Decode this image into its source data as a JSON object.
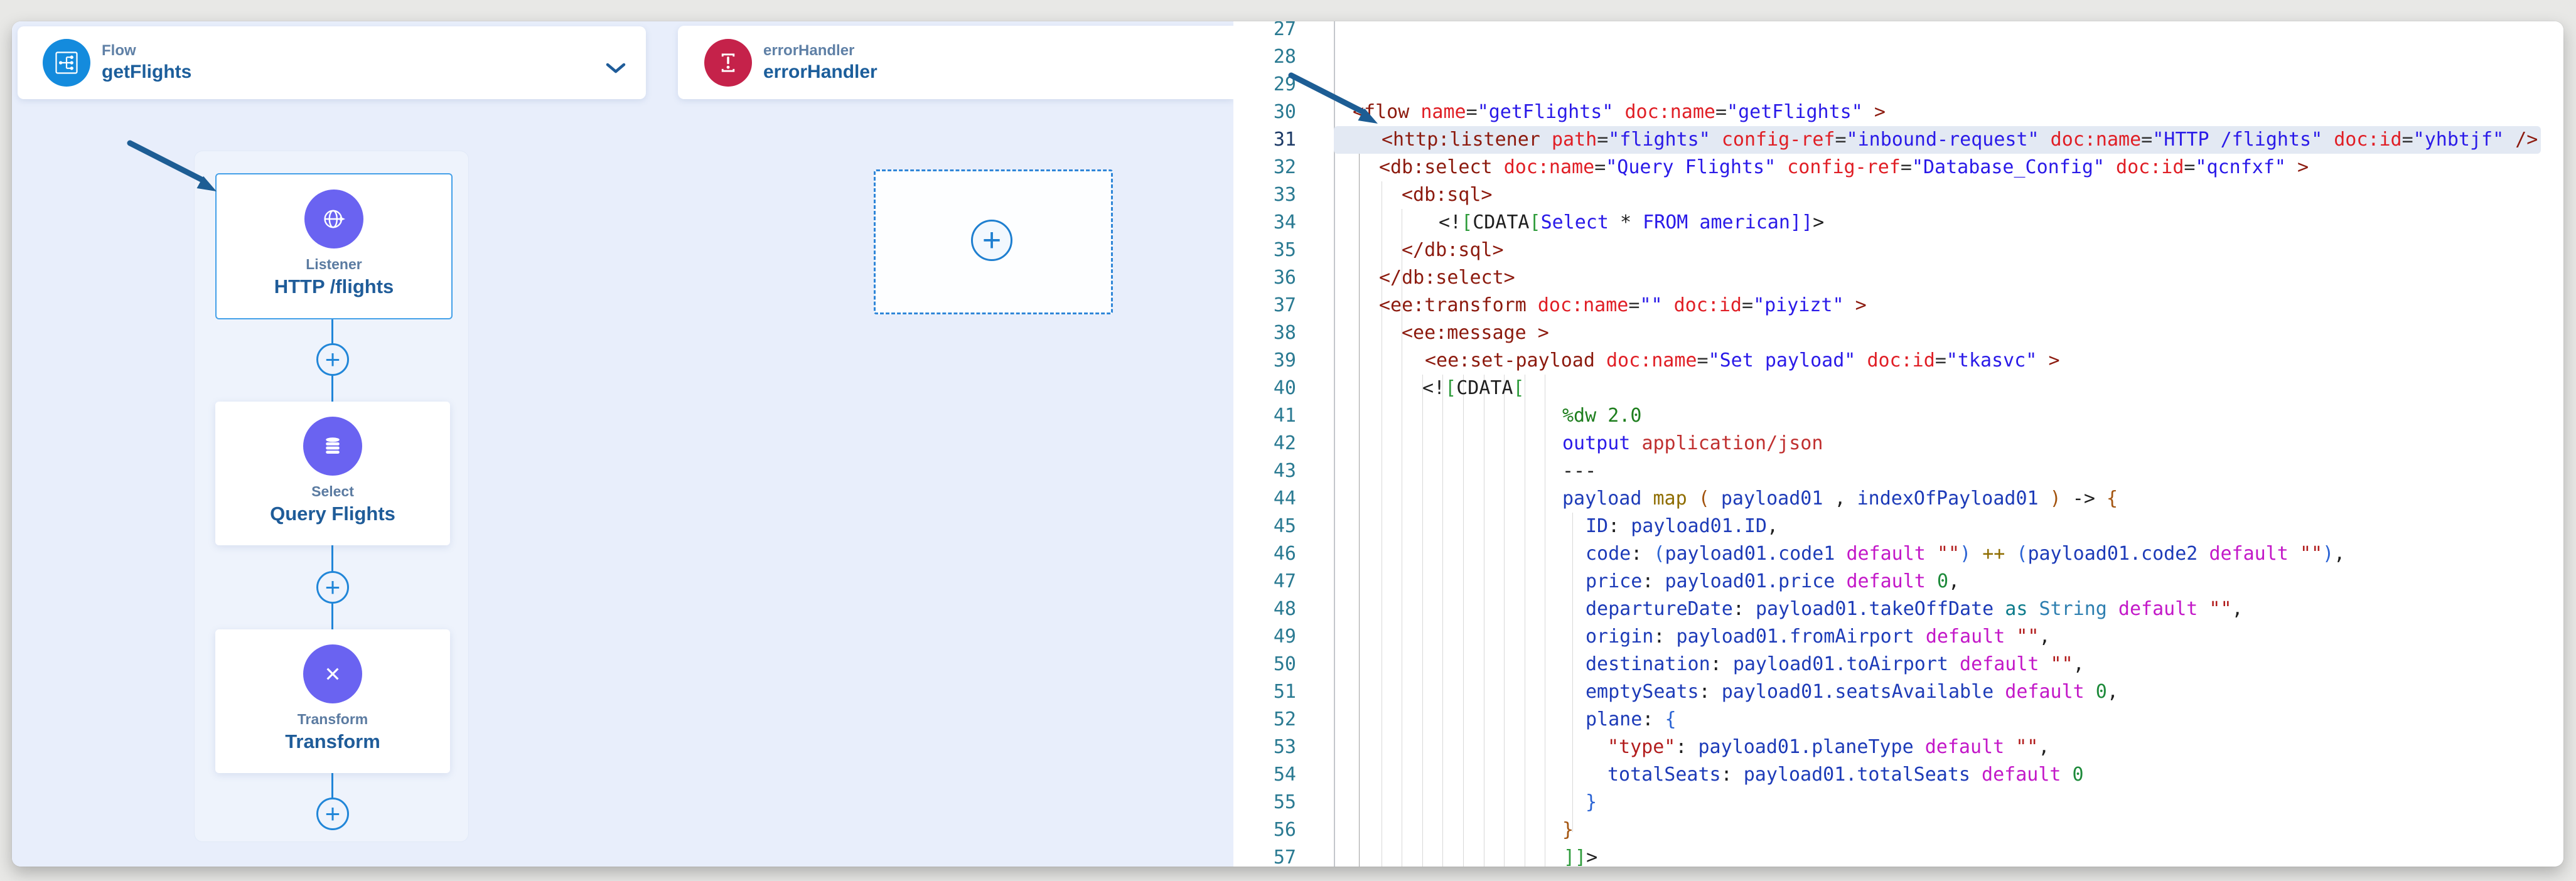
{
  "canvas": {
    "flow_header": {
      "type": "Flow",
      "name": "getFlights"
    },
    "error_header": {
      "type": "errorHandler",
      "name": "errorHandler"
    },
    "nodes": [
      {
        "id": "listener",
        "type": "Listener",
        "name": "HTTP /flights",
        "icon": "globe-icon",
        "selected": true
      },
      {
        "id": "query-flights",
        "type": "Select",
        "name": "Query Flights",
        "icon": "database-icon",
        "selected": false
      },
      {
        "id": "transform",
        "type": "Transform",
        "name": "Transform",
        "icon": "transform-icon",
        "selected": false
      }
    ]
  },
  "colors": {
    "flow_icon_blue": "#148bdd",
    "error_icon_red": "#c5224a",
    "node_purple": "#6a63f1",
    "connector_blue": "#2186d8",
    "selection_border": "#44a0e8",
    "canvas_bg": "#e8eefb",
    "current_line_bg": "#e3e9f3",
    "annotation_arrow": "#1d5d94"
  },
  "code": {
    "first_line": 27,
    "current_line": 31,
    "lines": [
      {
        "n": 27,
        "ind": 0,
        "hl": false,
        "tok": []
      },
      {
        "n": 28,
        "ind": 0,
        "hl": false,
        "tok": []
      },
      {
        "n": 29,
        "ind": 0,
        "hl": false,
        "tok": []
      },
      {
        "n": 30,
        "ind": 0,
        "hl": false,
        "tok": [
          [
            "xt",
            "<flow"
          ],
          [
            "pl",
            " "
          ],
          [
            "xa",
            "name"
          ],
          [
            "eq",
            "="
          ],
          [
            "xv",
            "\"getFlights\""
          ],
          [
            "pl",
            " "
          ],
          [
            "xa",
            "doc:name"
          ],
          [
            "eq",
            "="
          ],
          [
            "xv",
            "\"getFlights\""
          ],
          [
            "pl",
            " "
          ],
          [
            "xt",
            ">"
          ]
        ]
      },
      {
        "n": 31,
        "ind": 46,
        "hl": true,
        "tok": [
          [
            "xt",
            "<http:listener"
          ],
          [
            "pl",
            " "
          ],
          [
            "xa",
            "path"
          ],
          [
            "eq",
            "="
          ],
          [
            "xv",
            "\"flights\""
          ],
          [
            "pl",
            " "
          ],
          [
            "xa",
            "config-ref"
          ],
          [
            "eq",
            "="
          ],
          [
            "xv",
            "\"inbound-request\""
          ],
          [
            "pl",
            " "
          ],
          [
            "xa",
            "doc:name"
          ],
          [
            "eq",
            "="
          ],
          [
            "xv",
            "\"HTTP /flights\""
          ],
          [
            "pl",
            " "
          ],
          [
            "xa",
            "doc:id"
          ],
          [
            "eq",
            "="
          ],
          [
            "xv",
            "\"yhbtjf\""
          ],
          [
            "pl",
            " "
          ],
          [
            "xt",
            "/>"
          ]
        ]
      },
      {
        "n": 32,
        "ind": 42,
        "hl": false,
        "tok": [
          [
            "xt",
            "<db:select"
          ],
          [
            "pl",
            " "
          ],
          [
            "xa",
            "doc:name"
          ],
          [
            "eq",
            "="
          ],
          [
            "xv",
            "\"Query Flights\""
          ],
          [
            "pl",
            " "
          ],
          [
            "xa",
            "config-ref"
          ],
          [
            "eq",
            "="
          ],
          [
            "xv",
            "\"Database_Config\""
          ],
          [
            "pl",
            " "
          ],
          [
            "xa",
            "doc:id"
          ],
          [
            "eq",
            "="
          ],
          [
            "xv",
            "\"qcnfxf\""
          ],
          [
            "pl",
            " "
          ],
          [
            "xt",
            ">"
          ]
        ]
      },
      {
        "n": 33,
        "ind": 78,
        "hl": false,
        "tok": [
          [
            "xt",
            "<db:sql>"
          ]
        ]
      },
      {
        "n": 34,
        "ind": 137,
        "hl": false,
        "tok": [
          [
            "pl",
            "<!"
          ],
          [
            "gb",
            "["
          ],
          [
            "pl",
            "CDATA"
          ],
          [
            "gb",
            "["
          ],
          [
            "xv",
            "Select "
          ],
          [
            "pl",
            "*"
          ],
          [
            "xv",
            " FROM american"
          ],
          [
            "xv",
            "]]"
          ],
          [
            "pl",
            ">"
          ]
        ]
      },
      {
        "n": 35,
        "ind": 78,
        "hl": false,
        "tok": [
          [
            "xt",
            "</db:sql>"
          ]
        ]
      },
      {
        "n": 36,
        "ind": 42,
        "hl": false,
        "tok": [
          [
            "xt",
            "</db:select>"
          ]
        ]
      },
      {
        "n": 37,
        "ind": 42,
        "hl": false,
        "tok": [
          [
            "xt",
            "<ee:transform"
          ],
          [
            "pl",
            " "
          ],
          [
            "xa",
            "doc:name"
          ],
          [
            "eq",
            "="
          ],
          [
            "xv",
            "\"\""
          ],
          [
            "pl",
            " "
          ],
          [
            "xa",
            "doc:id"
          ],
          [
            "eq",
            "="
          ],
          [
            "xv",
            "\"piyizt\""
          ],
          [
            "pl",
            " "
          ],
          [
            "xt",
            ">"
          ]
        ]
      },
      {
        "n": 38,
        "ind": 78,
        "hl": false,
        "tok": [
          [
            "xt",
            "<ee:message"
          ],
          [
            "pl",
            " "
          ],
          [
            "xt",
            ">"
          ]
        ]
      },
      {
        "n": 39,
        "ind": 115,
        "hl": false,
        "tok": [
          [
            "xt",
            "<ee:set-payload"
          ],
          [
            "pl",
            " "
          ],
          [
            "xa",
            "doc:name"
          ],
          [
            "eq",
            "="
          ],
          [
            "xv",
            "\"Set payload\""
          ],
          [
            "pl",
            " "
          ],
          [
            "xa",
            "doc:id"
          ],
          [
            "eq",
            "="
          ],
          [
            "xv",
            "\"tkasvc\""
          ],
          [
            "pl",
            " "
          ],
          [
            "xt",
            ">"
          ]
        ]
      },
      {
        "n": 40,
        "ind": 111,
        "hl": false,
        "tok": [
          [
            "pl",
            "<!"
          ],
          [
            "gb",
            "["
          ],
          [
            "pl",
            "CDATA"
          ],
          [
            "gb",
            "["
          ]
        ]
      },
      {
        "n": 41,
        "ind": 334,
        "hl": false,
        "tok": [
          [
            "grn",
            "%dw 2.0"
          ]
        ]
      },
      {
        "n": 42,
        "ind": 334,
        "hl": false,
        "tok": [
          [
            "kw",
            "output"
          ],
          [
            "pl",
            " "
          ],
          [
            "red",
            "application/json"
          ]
        ]
      },
      {
        "n": 43,
        "ind": 334,
        "hl": false,
        "tok": [
          [
            "pl",
            "---"
          ]
        ]
      },
      {
        "n": 44,
        "ind": 334,
        "hl": false,
        "tok": [
          [
            "id",
            "payload"
          ],
          [
            "pl",
            " "
          ],
          [
            "op",
            "map"
          ],
          [
            "pl",
            " "
          ],
          [
            "b1",
            "("
          ],
          [
            "pl",
            " "
          ],
          [
            "id",
            "payload01"
          ],
          [
            "pl",
            " , "
          ],
          [
            "id",
            "indexOfPayload01"
          ],
          [
            "pl",
            " "
          ],
          [
            "b1",
            ")"
          ],
          [
            "pl",
            " -> "
          ],
          [
            "b1",
            "{"
          ]
        ]
      },
      {
        "n": 45,
        "ind": 371,
        "hl": false,
        "tok": [
          [
            "id",
            "ID"
          ],
          [
            "pl",
            ": "
          ],
          [
            "id",
            "payload01.ID"
          ],
          [
            "pl",
            ","
          ]
        ]
      },
      {
        "n": 46,
        "ind": 371,
        "hl": false,
        "tok": [
          [
            "id",
            "code"
          ],
          [
            "pl",
            ": "
          ],
          [
            "b2",
            "("
          ],
          [
            "id",
            "payload01.code1"
          ],
          [
            "pl",
            " "
          ],
          [
            "def",
            "default"
          ],
          [
            "pl",
            " "
          ],
          [
            "str",
            "\"\""
          ],
          [
            "b2",
            ")"
          ],
          [
            "pl",
            " "
          ],
          [
            "op",
            "++"
          ],
          [
            "pl",
            " "
          ],
          [
            "b2",
            "("
          ],
          [
            "id",
            "payload01.code2"
          ],
          [
            "pl",
            " "
          ],
          [
            "def",
            "default"
          ],
          [
            "pl",
            " "
          ],
          [
            "str",
            "\"\""
          ],
          [
            "b2",
            ")"
          ],
          [
            "pl",
            ","
          ]
        ]
      },
      {
        "n": 47,
        "ind": 371,
        "hl": false,
        "tok": [
          [
            "id",
            "price"
          ],
          [
            "pl",
            ": "
          ],
          [
            "id",
            "payload01.price"
          ],
          [
            "pl",
            " "
          ],
          [
            "def",
            "default"
          ],
          [
            "pl",
            " "
          ],
          [
            "num",
            "0"
          ],
          [
            "pl",
            ","
          ]
        ]
      },
      {
        "n": 48,
        "ind": 371,
        "hl": false,
        "tok": [
          [
            "id",
            "departureDate"
          ],
          [
            "pl",
            ": "
          ],
          [
            "id",
            "payload01.takeOffDate"
          ],
          [
            "pl",
            " "
          ],
          [
            "as",
            "as"
          ],
          [
            "pl",
            " "
          ],
          [
            "ty",
            "String"
          ],
          [
            "pl",
            " "
          ],
          [
            "def",
            "default"
          ],
          [
            "pl",
            " "
          ],
          [
            "str",
            "\"\""
          ],
          [
            "pl",
            ","
          ]
        ]
      },
      {
        "n": 49,
        "ind": 371,
        "hl": false,
        "tok": [
          [
            "id",
            "origin"
          ],
          [
            "pl",
            ": "
          ],
          [
            "id",
            "payload01.fromAirport"
          ],
          [
            "pl",
            " "
          ],
          [
            "def",
            "default"
          ],
          [
            "pl",
            " "
          ],
          [
            "str",
            "\"\""
          ],
          [
            "pl",
            ","
          ]
        ]
      },
      {
        "n": 50,
        "ind": 371,
        "hl": false,
        "tok": [
          [
            "id",
            "destination"
          ],
          [
            "pl",
            ": "
          ],
          [
            "id",
            "payload01.toAirport"
          ],
          [
            "pl",
            " "
          ],
          [
            "def",
            "default"
          ],
          [
            "pl",
            " "
          ],
          [
            "str",
            "\"\""
          ],
          [
            "pl",
            ","
          ]
        ]
      },
      {
        "n": 51,
        "ind": 371,
        "hl": false,
        "tok": [
          [
            "id",
            "emptySeats"
          ],
          [
            "pl",
            ": "
          ],
          [
            "id",
            "payload01.seatsAvailable"
          ],
          [
            "pl",
            " "
          ],
          [
            "def",
            "default"
          ],
          [
            "pl",
            " "
          ],
          [
            "num",
            "0"
          ],
          [
            "pl",
            ","
          ]
        ]
      },
      {
        "n": 52,
        "ind": 371,
        "hl": false,
        "tok": [
          [
            "id",
            "plane"
          ],
          [
            "pl",
            ": "
          ],
          [
            "b2",
            "{"
          ]
        ]
      },
      {
        "n": 53,
        "ind": 406,
        "hl": false,
        "tok": [
          [
            "str",
            "\"type\""
          ],
          [
            "pl",
            ": "
          ],
          [
            "id",
            "payload01.planeType"
          ],
          [
            "pl",
            " "
          ],
          [
            "def",
            "default"
          ],
          [
            "pl",
            " "
          ],
          [
            "str",
            "\"\""
          ],
          [
            "pl",
            ","
          ]
        ]
      },
      {
        "n": 54,
        "ind": 406,
        "hl": false,
        "tok": [
          [
            "id",
            "totalSeats"
          ],
          [
            "pl",
            ": "
          ],
          [
            "id",
            "payload01.totalSeats"
          ],
          [
            "pl",
            " "
          ],
          [
            "def",
            "default"
          ],
          [
            "pl",
            " "
          ],
          [
            "num",
            "0"
          ]
        ]
      },
      {
        "n": 55,
        "ind": 371,
        "hl": false,
        "tok": [
          [
            "b2",
            "}"
          ]
        ]
      },
      {
        "n": 56,
        "ind": 334,
        "hl": false,
        "tok": [
          [
            "b1",
            "}"
          ]
        ]
      },
      {
        "n": 57,
        "ind": 336,
        "hl": false,
        "tok": [
          [
            "gb",
            "]]"
          ],
          [
            "pl",
            ">"
          ]
        ]
      }
    ]
  }
}
